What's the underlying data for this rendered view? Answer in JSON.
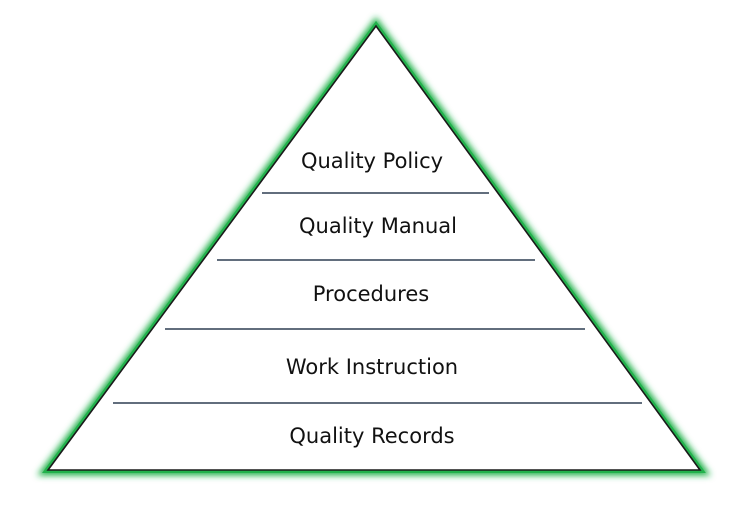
{
  "pyramid": {
    "outline_color": "#1a1a1a",
    "glow_color": "#22b14c",
    "fill_color": "#ffffff",
    "divider_color": "#2f3f52",
    "levels": [
      {
        "label": "Quality Policy"
      },
      {
        "label": "Quality Manual"
      },
      {
        "label": "Procedures"
      },
      {
        "label": "Work Instruction"
      },
      {
        "label": "Quality Records"
      }
    ]
  }
}
